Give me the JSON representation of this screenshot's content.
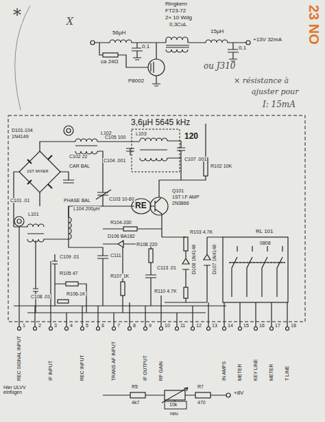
{
  "diagram": {
    "labels": [
      "*",
      "X",
      "56µH",
      "ca 24Ω",
      "0,1",
      "P8002",
      "Ringkern",
      "FT23-72",
      "2× 10 Wdg",
      "0,3CuL",
      "15µH",
      "0,1",
      "+13V 32mA",
      "23 NO",
      "ou J310",
      "× résistance à",
      "ajuster pour",
      "I: 15mA",
      "3,6µH 5645 kHz",
      "L103",
      "C105 100",
      "C104 .001",
      "120",
      "C107 .001",
      "R102 10K",
      "D101-104",
      "1N4149",
      "1ST MIXER",
      "L102",
      "C102 22",
      "CAR BAL",
      "PHASE BAL",
      "C103 10-60",
      "RE",
      "Q101",
      "1ST I.F AMP",
      "2N3866",
      "C101 .01",
      "L101",
      "L104 200µH",
      "R104-330",
      "D106 BA182",
      "C109 .01",
      "R105 47",
      "C108 .01",
      "R106-1K",
      "C111",
      "R108 220",
      "R107 1K",
      "C113 .01",
      "R103 4.7K",
      "D108 1N4148",
      "D107 1N4148",
      "R110 4.7K",
      "RL 101",
      "0808",
      "1",
      "2",
      "3",
      "4",
      "5",
      "6",
      "7",
      "8",
      "9",
      "10",
      "11",
      "12",
      "13",
      "14",
      "15",
      "16",
      "17",
      "18",
      "REC SIGNAL INPUT",
      "IF INPUT",
      "REC INPUT",
      "TRANS AF INPUT",
      "IF OUTPUT",
      "RF GAIN",
      "IN AMPS",
      "METER",
      "KEY LINE",
      "METER",
      "T LINE",
      "Hier ULVV einfügen",
      "R5",
      "4k7",
      "10k",
      "neu",
      "R7",
      "470",
      "+8V"
    ]
  }
}
